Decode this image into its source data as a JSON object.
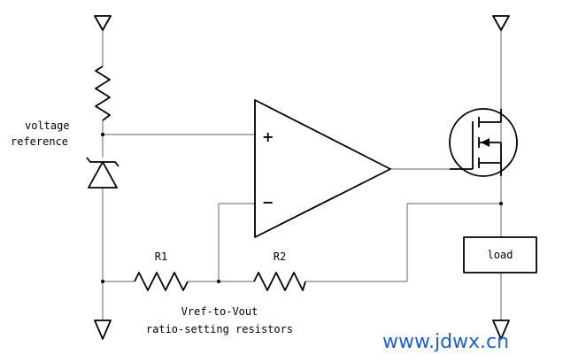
{
  "labels": {
    "voltage_reference_line1": "voltage",
    "voltage_reference_line2": "reference",
    "r1": "R1",
    "r2": "R2",
    "resistors_line1": "Vref-to-Vout",
    "resistors_line2": "ratio-setting resistors",
    "load": "load",
    "plus": "+",
    "minus": "−"
  },
  "watermark": "www.jdwx.cn",
  "colors": {
    "wire": "#808080",
    "symbol": "#000000",
    "watermark": "#1f5fd6"
  }
}
